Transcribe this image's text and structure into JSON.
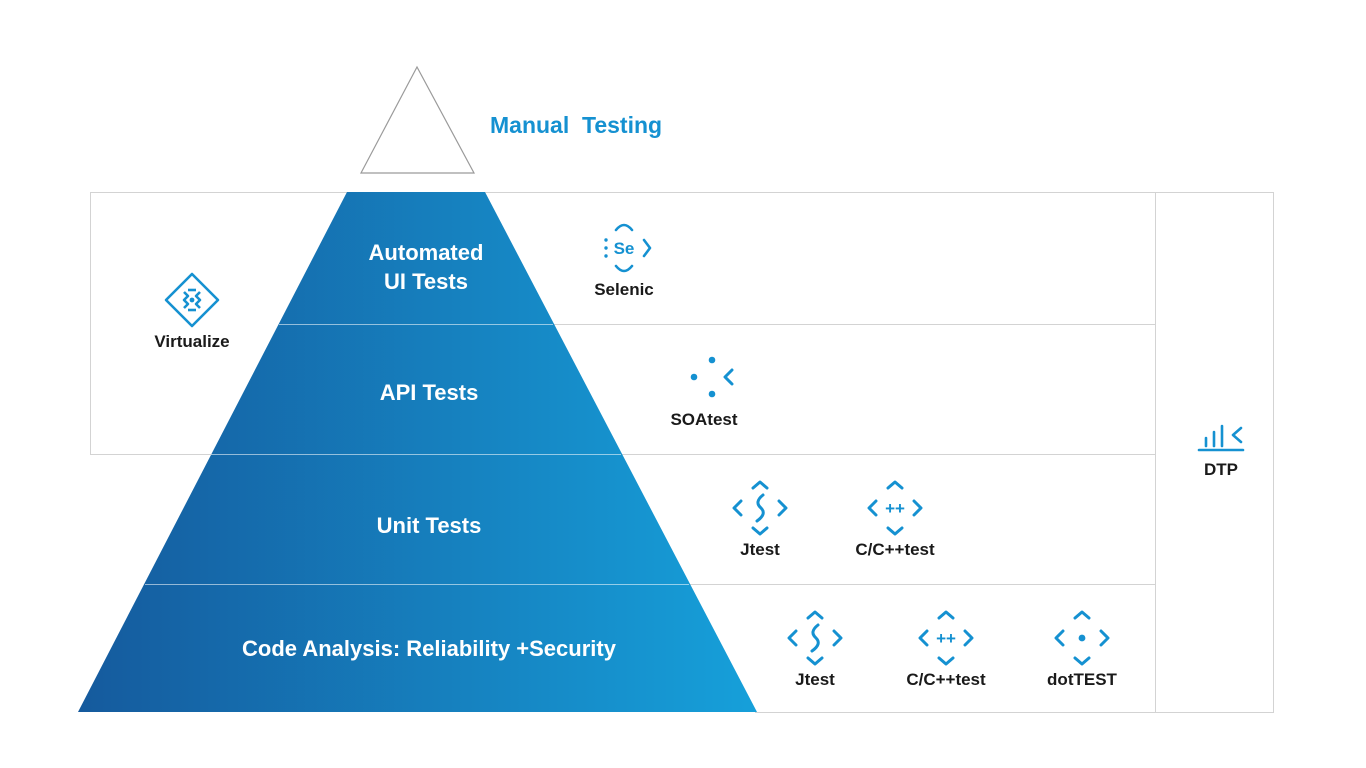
{
  "colors": {
    "accent": "#1591d1",
    "gradient_dark": "#155a9d",
    "gradient_light": "#16a0da",
    "border": "#d3d3d3",
    "text": "#1a1a1a"
  },
  "manual_testing": {
    "label": "Manual  Testing"
  },
  "tiers": {
    "automated_ui": {
      "line1": "Automated",
      "line2": "UI Tests"
    },
    "api": {
      "label": "API Tests"
    },
    "unit": {
      "label": "Unit Tests"
    },
    "code_analysis": {
      "label": "Code Analysis: Reliability +Security"
    }
  },
  "tools": {
    "virtualize": {
      "label": "Virtualize",
      "icon": "virtualize-icon"
    },
    "selenic": {
      "label": "Selenic",
      "icon": "selenic-icon",
      "glyph": "Se"
    },
    "soatest": {
      "label": "SOAtest",
      "icon": "soatest-icon"
    },
    "jtest_unit": {
      "label": "Jtest",
      "icon": "jtest-icon"
    },
    "cpptest_unit": {
      "label": "C/C++test",
      "icon": "cpptest-icon",
      "glyph": "++"
    },
    "jtest_ca": {
      "label": "Jtest",
      "icon": "jtest-icon"
    },
    "cpptest_ca": {
      "label": "C/C++test",
      "icon": "cpptest-icon",
      "glyph": "++"
    },
    "dottest_ca": {
      "label": "dotTEST",
      "icon": "dottest-icon"
    },
    "dtp": {
      "label": "DTP",
      "icon": "dtp-icon"
    }
  }
}
